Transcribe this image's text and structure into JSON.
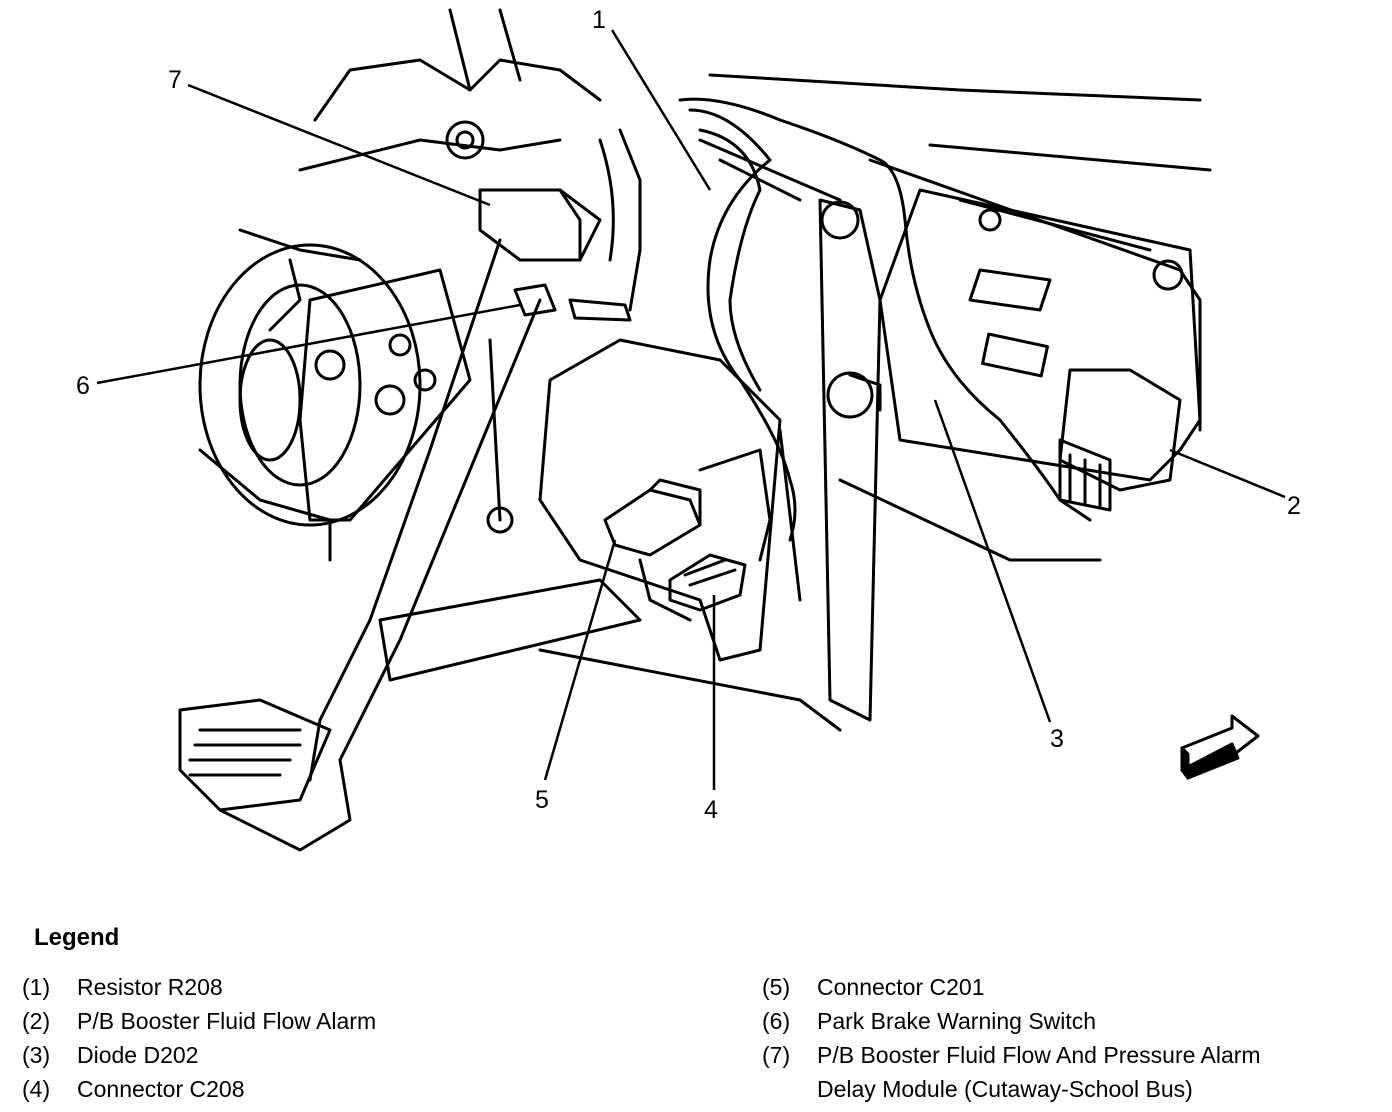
{
  "callouts": [
    {
      "number": "1",
      "label": "Resistor R208"
    },
    {
      "number": "2",
      "label": "P/B Booster Fluid Flow Alarm"
    },
    {
      "number": "3",
      "label": "Diode D202"
    },
    {
      "number": "4",
      "label": "Connector C208"
    },
    {
      "number": "5",
      "label": "Connector C201"
    },
    {
      "number": "6",
      "label": "Park Brake Warning Switch"
    },
    {
      "number": "7",
      "label": "P/B Booster Fluid Flow And Pressure Alarm Delay Module (Cutaway-School Bus)"
    }
  ],
  "legend": {
    "title": "Legend",
    "items": [
      {
        "key": "(1)",
        "text": "Resistor R208"
      },
      {
        "key": "(2)",
        "text": "P/B Booster Fluid Flow Alarm"
      },
      {
        "key": "(3)",
        "text": "Diode D202"
      },
      {
        "key": "(4)",
        "text": "Connector C208"
      },
      {
        "key": "(5)",
        "text": "Connector C201"
      },
      {
        "key": "(6)",
        "text": "Park Brake Warning Switch"
      },
      {
        "key": "(7)",
        "text": "P/B Booster Fluid Flow And Pressure Alarm",
        "text2": "Delay Module (Cutaway-School Bus)"
      }
    ]
  },
  "colors": {
    "line": "#000000",
    "background": "#ffffff"
  },
  "icons": {
    "direction": "front-arrow-icon"
  }
}
